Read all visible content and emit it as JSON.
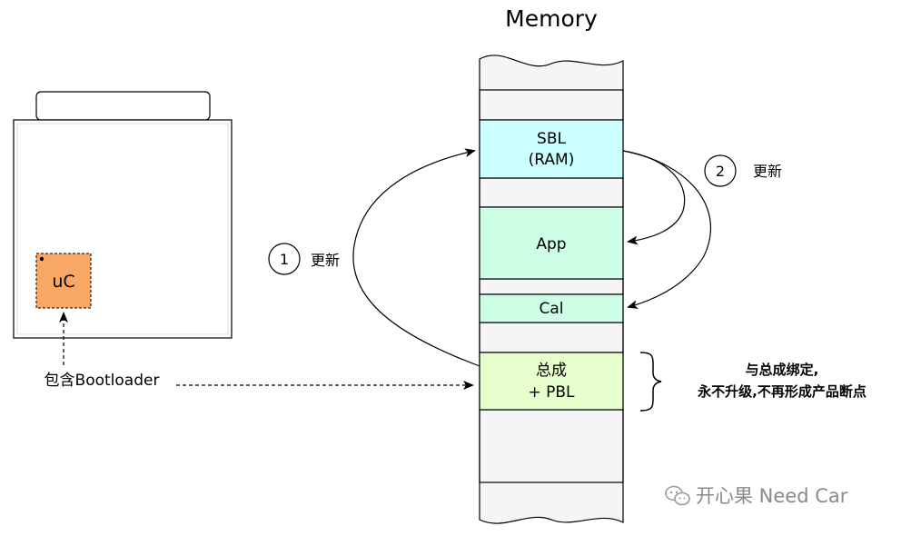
{
  "memory": {
    "title": "Memory",
    "sbl": {
      "line1": "SBL",
      "line2": "(RAM)"
    },
    "app": "App",
    "cal": "Cal",
    "assembly": {
      "line1": "总成",
      "line2": "+ PBL"
    }
  },
  "device": {
    "chip_label": "uC",
    "contains_label": "包含Bootloader"
  },
  "steps": [
    {
      "number": "1",
      "label": "更新"
    },
    {
      "number": "2",
      "label": "更新"
    }
  ],
  "note": {
    "line1": "与总成绑定,",
    "line2": "永不升级,不再形成产品断点"
  },
  "watermark": "开心果 Need Car",
  "colors": {
    "sbl": "#ccffff",
    "app": "#ccffe6",
    "cal": "#ccffe6",
    "assembly": "#e6ffcc",
    "memory_blank": "#f5f5f5",
    "chip": "#f8a864"
  }
}
